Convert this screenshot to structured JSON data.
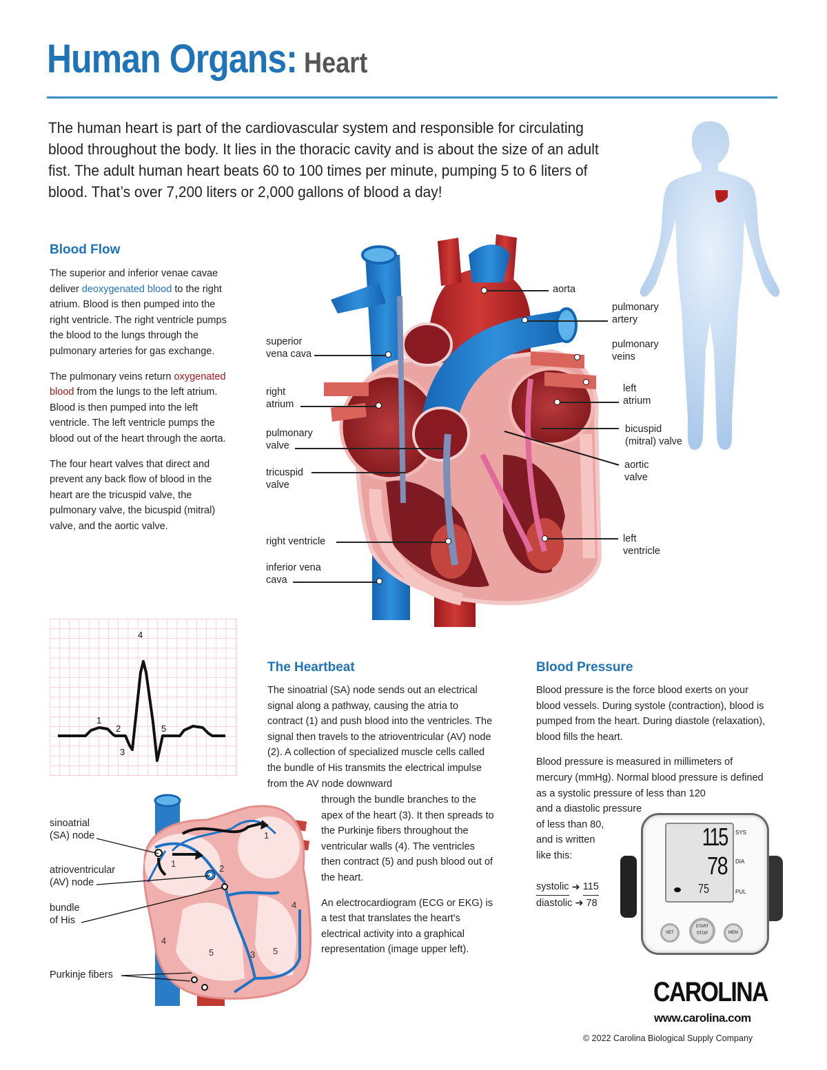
{
  "header": {
    "title_main": "Human Organs",
    "title_sep": ":",
    "title_sub": " Heart",
    "intro": "The human heart is part of the cardiovascular system and responsible for circulating blood throughout the body. It lies in the thoracic cavity and is about the size of an adult fist. The adult human heart beats 60 to 100 times per minute, pumping 5 to 6 liters of blood. That’s over 7,200 liters or 2,000 gallons of blood a day!"
  },
  "blood_flow": {
    "heading": "Blood Flow",
    "p1_a": "The superior and inferior venae cavae deliver ",
    "p1_highlight": "deoxygenated blood",
    "p1_b": " to the right atrium. Blood is then pumped into the right ventricle. The right ventricle pumps the blood to the lungs through the pulmonary arteries for gas exchange.",
    "p2_a": "The pulmonary veins return ",
    "p2_highlight": "oxygenated blood",
    "p2_b": " from the lungs to the left atrium. Blood is then pumped into the left ventricle. The left ventricle pumps the blood out of the heart through the aorta.",
    "p3": "The four heart valves that direct and prevent any back flow of blood in the heart are the tricuspid valve, the pulmonary valve, the bicuspid (mitral) valve, and the aortic valve."
  },
  "heart_diagram": {
    "labels_left": [
      {
        "l1": "superior",
        "l2": "vena cava"
      },
      {
        "l1": "right",
        "l2": "atrium"
      },
      {
        "l1": "pulmonary",
        "l2": "valve"
      },
      {
        "l1": "tricuspid",
        "l2": "valve"
      },
      {
        "l1": "right ventricle",
        "l2": ""
      },
      {
        "l1": "inferior vena",
        "l2": "cava"
      }
    ],
    "labels_right": [
      {
        "l1": "aorta",
        "l2": ""
      },
      {
        "l1": "pulmonary",
        "l2": "artery"
      },
      {
        "l1": "pulmonary",
        "l2": "veins"
      },
      {
        "l1": "left",
        "l2": "atrium"
      },
      {
        "l1": "bicuspid",
        "l2": "(mitral) valve"
      },
      {
        "l1": "aortic",
        "l2": "valve"
      },
      {
        "l1": "left",
        "l2": "ventricle"
      }
    ]
  },
  "ecg": {
    "markers": [
      "1",
      "2",
      "3",
      "4",
      "5"
    ]
  },
  "conduction_diagram": {
    "labels": [
      {
        "l1": "sinoatrial",
        "l2": "(SA) node"
      },
      {
        "l1": "atrioventricular",
        "l2": "(AV) node"
      },
      {
        "l1": "bundle",
        "l2": "of His"
      },
      {
        "l1": "Purkinje fibers",
        "l2": ""
      }
    ],
    "numbers": [
      "1",
      "1",
      "2",
      "4",
      "4",
      "5",
      "3",
      "5"
    ]
  },
  "heartbeat": {
    "heading": "The Heartbeat",
    "p1": "The sinoatrial (SA) node sends out an electrical signal along a pathway, causing the atria to contract (1) and push blood into the ventricles. The signal then travels to the atrioventricular (AV) node (2). A collection of specialized muscle cells called the bundle of His transmits the electrical impulse from the AV node downward",
    "p1_cont": "through the bundle branches to the apex of the heart (3). It then spreads to the Purkinje fibers throughout the ventricular walls (4). The ventricles then contract (5) and push blood out of the heart.",
    "p2": "An electrocardiogram (ECG or EKG) is a test that translates the heart's electrical activity into a graphical representation (image upper left)."
  },
  "blood_pressure": {
    "heading": "Blood Pressure",
    "p1": "Blood pressure is the force blood exerts on your blood vessels. During systole (contraction), blood is pumped from the heart. During diastole (relaxation), blood fills the heart.",
    "p2": "Blood pressure is measured in millimeters of mercury (mmHg). Normal blood pressure is defined as a systolic pressure of less than 120",
    "p2_cont_lines": [
      "and a diastolic pressure",
      "of less than 80,",
      "and is written",
      "like this:"
    ],
    "systolic_label": "systolic",
    "diastolic_label": "diastolic",
    "systolic_value": "115",
    "diastolic_value": "78",
    "monitor": {
      "sys": "115",
      "dia": "78",
      "pulse": "75",
      "sys_tag": "SYS",
      "dia_tag": "DIA",
      "pul_tag": "PUL",
      "btn_left": "SET",
      "btn_center": "START STOP",
      "btn_right": "MEM"
    }
  },
  "footer": {
    "logo": "CAROLINA",
    "url": "www.carolina.com",
    "copyright": "© 2022 Carolina Biological Supply Company"
  }
}
